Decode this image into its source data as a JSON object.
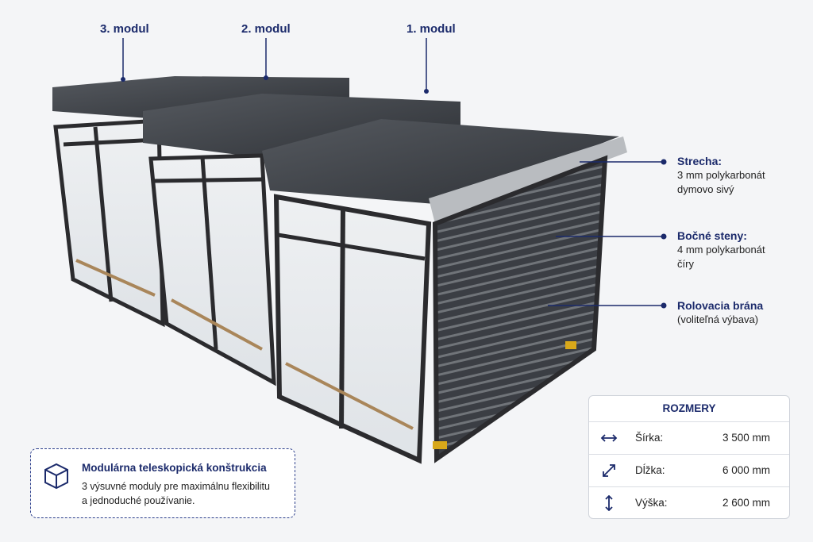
{
  "modules": [
    {
      "label": "3. modul"
    },
    {
      "label": "2. modul"
    },
    {
      "label": "1. modul"
    }
  ],
  "callouts": [
    {
      "title": "Strecha:",
      "lines": [
        "3 mm polykarbonát",
        "dymovo sivý"
      ]
    },
    {
      "title": "Bočné steny:",
      "lines": [
        "4 mm polykarbonát",
        "číry"
      ]
    },
    {
      "title": "Rolovacia brána",
      "lines": [
        "(voliteľná výbava)"
      ]
    }
  ],
  "info": {
    "icon": "cube-3d-icon",
    "title": "Modulárna teleskopická konštrukcia",
    "desc_line1": "3 výsuvné moduly pre maximálnu flexibilitu",
    "desc_line2": "a jednoduché používanie."
  },
  "dimensions": {
    "title": "ROZMERY",
    "rows": [
      {
        "icon": "width-arrow-icon",
        "label": "Šírka:",
        "value": "3 500 mm"
      },
      {
        "icon": "diagonal-arrow-icon",
        "label": "Dĺžka:",
        "value": "6 000 mm"
      },
      {
        "icon": "vertical-arrow-icon",
        "label": "Výška:",
        "value": "2 600 mm"
      }
    ]
  },
  "colors": {
    "accent": "#1b2a6b",
    "frame": "#2b2b2e",
    "roof": "#3a3d42"
  }
}
